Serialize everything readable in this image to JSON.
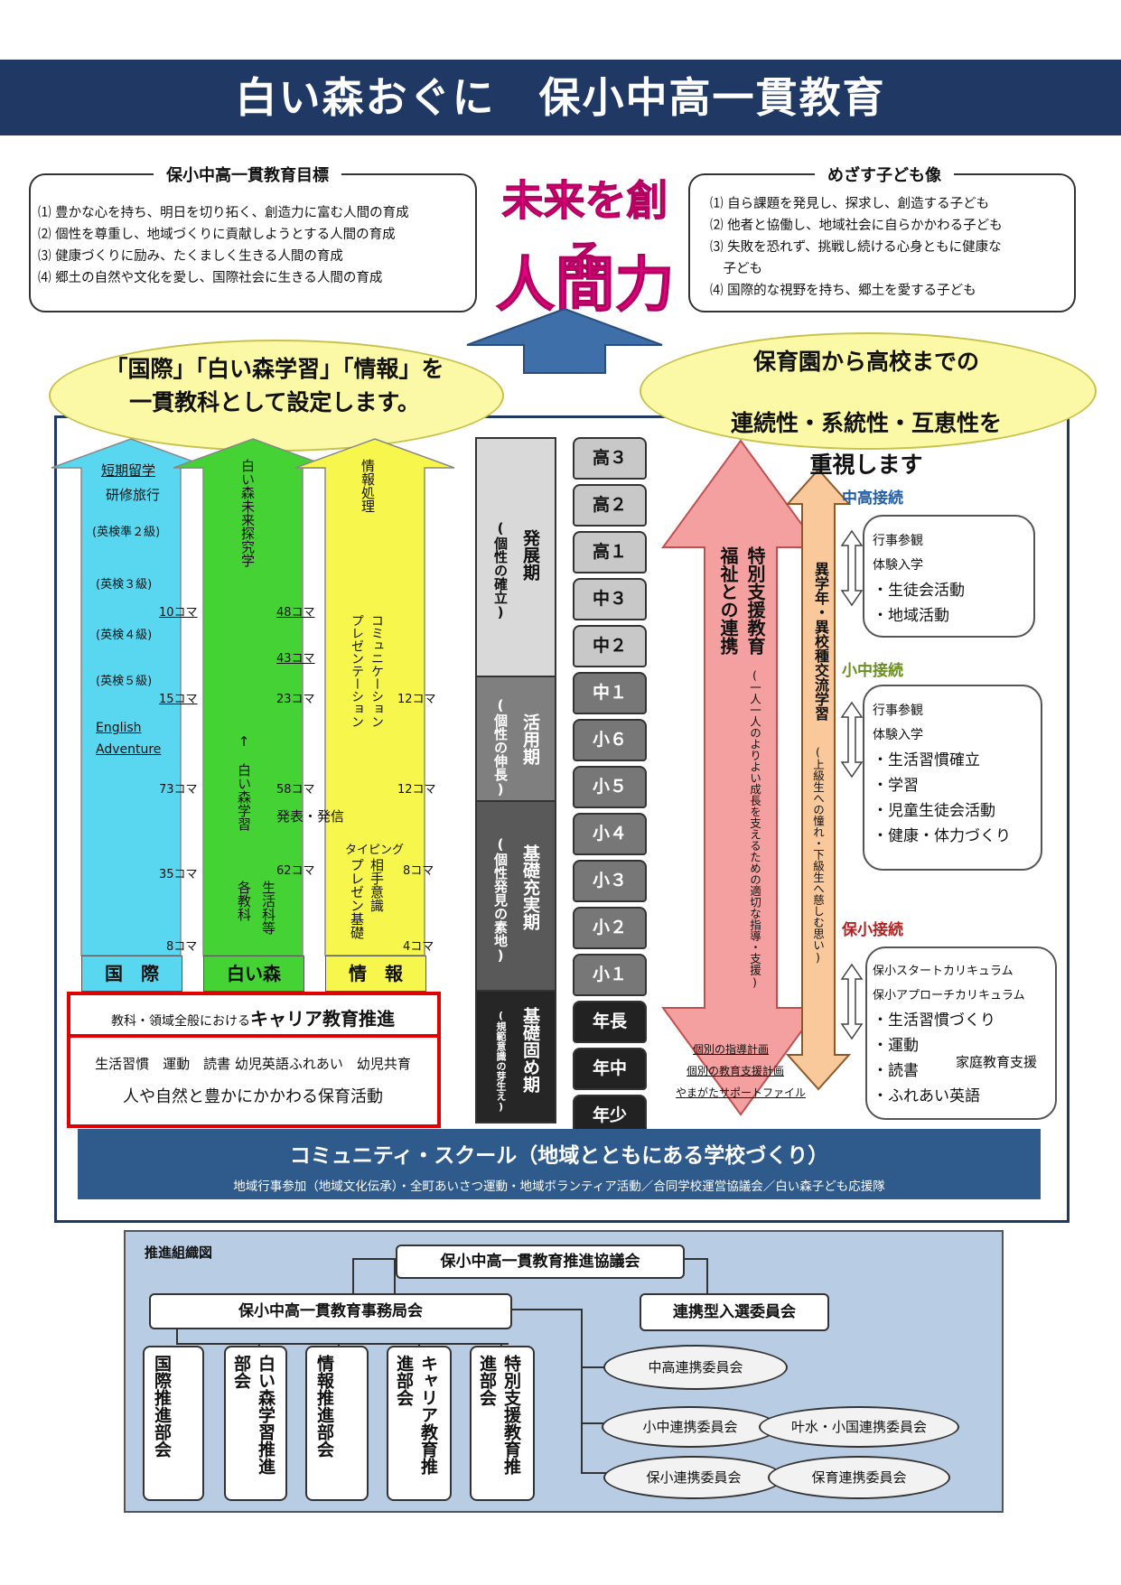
{
  "title": "白い森おぐに　保小中高一貫教育",
  "goals": {
    "title": "保小中高一貫教育目標",
    "items": [
      "⑴ 豊かな心を持ち、明日を切り拓く、創造力に富む人間の育成",
      "⑵ 個性を尊重し、地域づくりに貢献しようとする人間の育成",
      "⑶ 健康づくりに励み、たくましく生きる人間の育成",
      "⑷ 郷土の自然や文化を愛し、国際社会に生きる人間の育成"
    ]
  },
  "slogan": {
    "line1": "未来を創る",
    "line2": "人間力"
  },
  "ideal": {
    "title": "めざす子ども像",
    "items": [
      "⑴ 自ら課題を発見し、探求し、創造する子ども",
      "⑵ 他者と協働し、地域社会に自らかかわる子ども",
      "⑶ 失敗を恐れず、挑戦し続ける心身ともに健康な",
      "　子ども",
      "⑷ 国際的な視野を持ち、郷土を愛する子ども"
    ]
  },
  "left_bubble": {
    "line1": "「国際」「白い森学習」「情報」を",
    "line2": "一貫教科として設定します。"
  },
  "right_bubble": {
    "line1": "保育園から高校までの",
    "line2": "連続性・系統性・互恵性を",
    "line3": "重視します"
  },
  "kokusai": {
    "labels": [
      "短期留学",
      "研修旅行",
      "(英検準２級)",
      "(英検３級)",
      "(英検４級)",
      "(英検５級)",
      "English",
      "Adventure"
    ],
    "koma": [
      "10コマ",
      "15コマ",
      "73コマ",
      "35コマ",
      "8コマ"
    ]
  },
  "shiromori": {
    "top": "白い森未来探究学",
    "koma": [
      "48コマ",
      "43コマ",
      "23コマ",
      "58コマ",
      "62コマ"
    ],
    "arrow_label": "↑　白い森学習",
    "happyo": "発表・発信",
    "seikatsu": "生活科等",
    "kakukyoka": "各教科"
  },
  "joho": {
    "top": "情報処理",
    "comm": "コミュニケーション",
    "pres": "プレゼンテーション",
    "typing": "タイピング",
    "aite": "相手意識",
    "pres_kiso": "プレゼン基礎",
    "koma": [
      "12コマ",
      "12コマ",
      "8コマ",
      "4コマ"
    ]
  },
  "subjects": [
    "国　際",
    "白い森",
    "情　報"
  ],
  "career": {
    "label_pre": "教科・領域全般における",
    "label_bold": "キャリア教育推進",
    "line1": "生活習慣　運動　読書 幼児英語ふれあい　幼児共育",
    "line2": "人や自然と豊かにかかわる保育活動"
  },
  "periods": [
    {
      "name": "発展期",
      "sub": "(個性の確立)"
    },
    {
      "name": "活用期",
      "sub": "(個性の伸長)"
    },
    {
      "name": "基礎充実期",
      "sub": "(個性発見の素地)"
    },
    {
      "name": "基礎固め期",
      "sub": "(規範意識の芽生え)"
    }
  ],
  "grades": [
    "高３",
    "高２",
    "高１",
    "中３",
    "中２",
    "中１",
    "小６",
    "小５",
    "小４",
    "小３",
    "小２",
    "小１",
    "年長",
    "年中",
    "年少"
  ],
  "special_support": {
    "title": "特別支援教育",
    "title2": "福祉との連携",
    "sub": "(一人一人のよりよい成長を支えるための適切な指導・支援)",
    "plans": [
      "個別の指導計画",
      "個別の教育支援計画",
      "やまがたサポートファイル"
    ]
  },
  "exchange": {
    "title": "異学年・異校種交流学習",
    "sub": "(上級生への憧れ・下級生へ慈しむ思い)"
  },
  "connections": [
    {
      "title": "中高接続",
      "color": "#1f5fa8",
      "items": [
        "行事参観",
        "体験入学",
        "・生徒会活動",
        "・地域活動"
      ]
    },
    {
      "title": "小中接続",
      "color": "#6b8e23",
      "items": [
        "行事参観",
        "体験入学",
        "・生活習慣確立",
        "・学習",
        "・児童生徒会活動",
        "・健康・体力づくり"
      ]
    },
    {
      "title": "保小接続",
      "color": "#b22222",
      "items": [
        "保小スタートカリキュラム",
        "保小アプローチカリキュラム",
        "・生活習慣づくり",
        "・運動",
        "・読書",
        "・ふれあい英語"
      ],
      "extra": "家庭教育支援"
    }
  ],
  "community": {
    "title": "コミュニティ・スクール（地域とともにある学校づくり）",
    "sub": "地域行事参加（地域文化伝承）・全町あいさつ運動・地域ボランティア活動／合同学校運営協議会／白い森子ども応援隊"
  },
  "org": {
    "label": "推進組織図",
    "council": "保小中高一貫教育推進協議会",
    "office": "保小中高一貫教育事務局会",
    "admission": "連携型入選委員会",
    "sections": [
      "国際推進部会",
      "白い森学習推進部会",
      "情報推進部会",
      "キャリア教育推進部会",
      "特別支援教育推進部会"
    ],
    "committees": [
      "中高連携委員会",
      "小中連携委員会",
      "叶水・小国連携委員会",
      "保小連携委員会",
      "保育連携委員会"
    ]
  },
  "colors": {
    "header": "#1f3864",
    "slogan": "#e4007f",
    "kokusai": "#5ad7f0",
    "shiromori": "#44d234",
    "joho": "#f6f64d",
    "career_border": "#e00000",
    "community": "#2f5a8c",
    "org_bg": "#b8cce4"
  }
}
